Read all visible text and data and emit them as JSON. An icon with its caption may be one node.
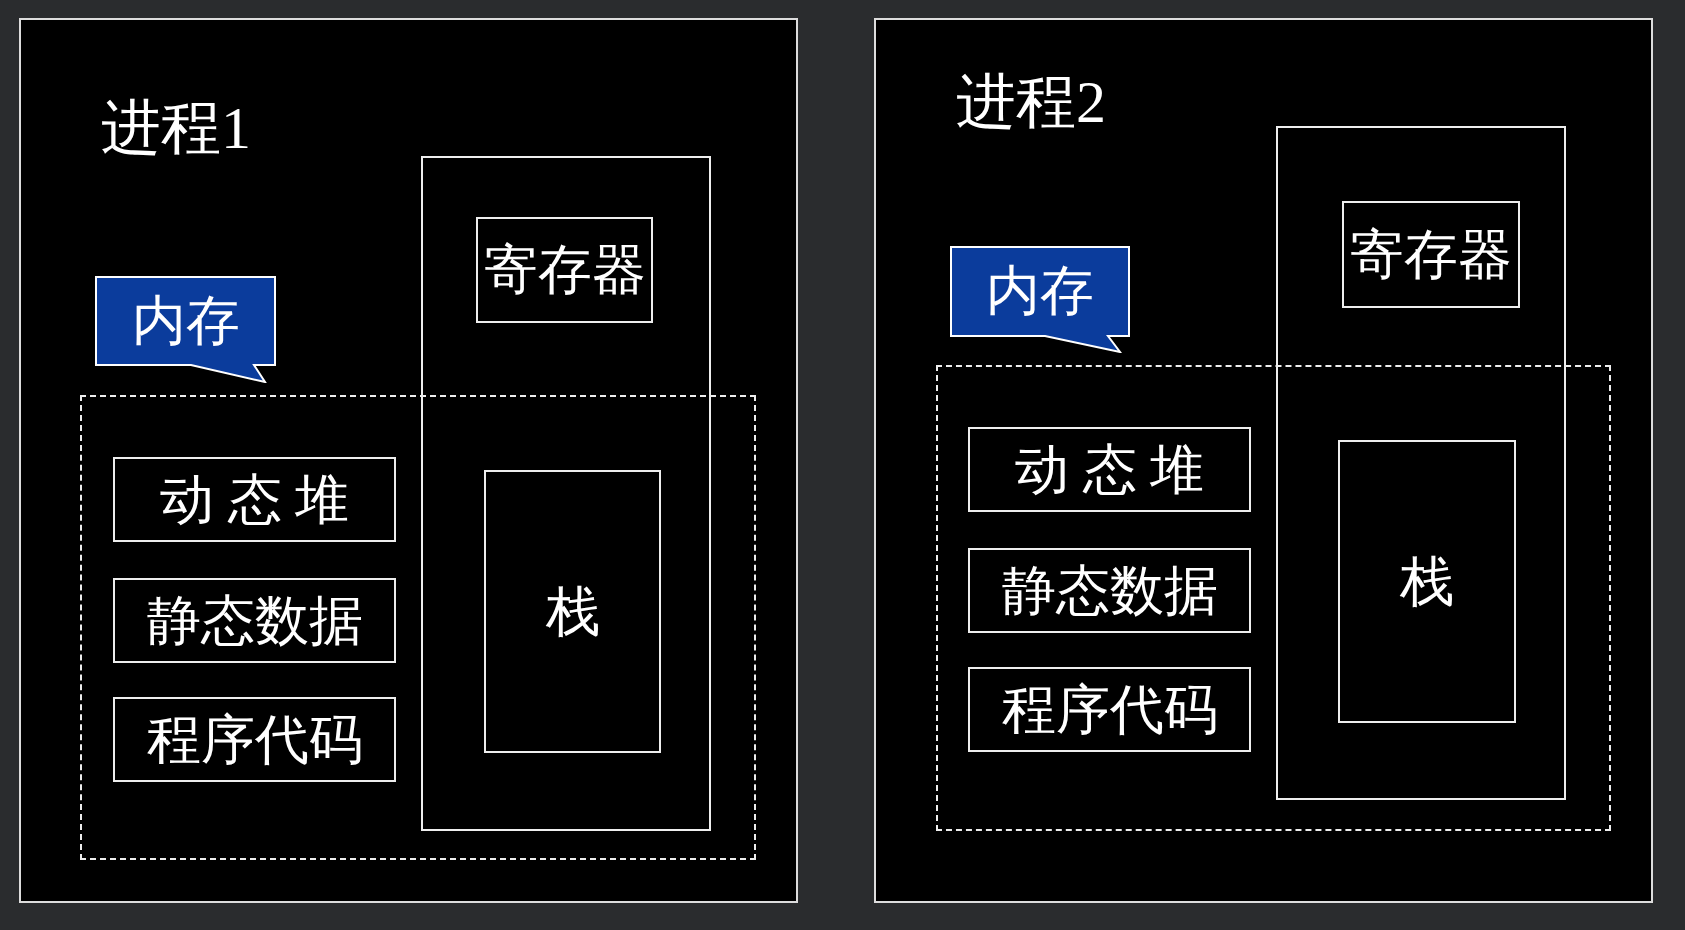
{
  "diagram": {
    "nodes": [
      {
        "text": [
          "进程1"
        ]
      },
      {
        "text": [],
        "shape": "box",
        "in": 0
      },
      {
        "text": [
          "寄存器"
        ],
        "in": 1
      },
      {
        "text": [
          "内存"
        ],
        "in": 0
      },
      {
        "text": [],
        "shape": "box",
        "in": 0
      },
      {
        "text": [
          "动 态 堆"
        ],
        "in": 4
      },
      {
        "text": [
          "静态数据"
        ],
        "in": 4
      },
      {
        "text": [
          "程序代码"
        ],
        "in": 4
      },
      {
        "text": [
          "栈"
        ]
      },
      {
        "text": [
          "进程2"
        ]
      },
      {
        "text": [],
        "shape": "box",
        "in": 9
      },
      {
        "text": [
          "寄存器"
        ],
        "in": 10
      },
      {
        "text": [
          "内存"
        ],
        "in": 9
      },
      {
        "text": [],
        "shape": "box",
        "in": 9
      },
      {
        "text": [
          "动 态 堆"
        ],
        "in": 13
      },
      {
        "text": [
          "静态数据"
        ],
        "in": 13
      },
      {
        "text": [
          "程序代码"
        ],
        "in": 13
      },
      {
        "text": [
          "栈"
        ]
      }
    ]
  }
}
